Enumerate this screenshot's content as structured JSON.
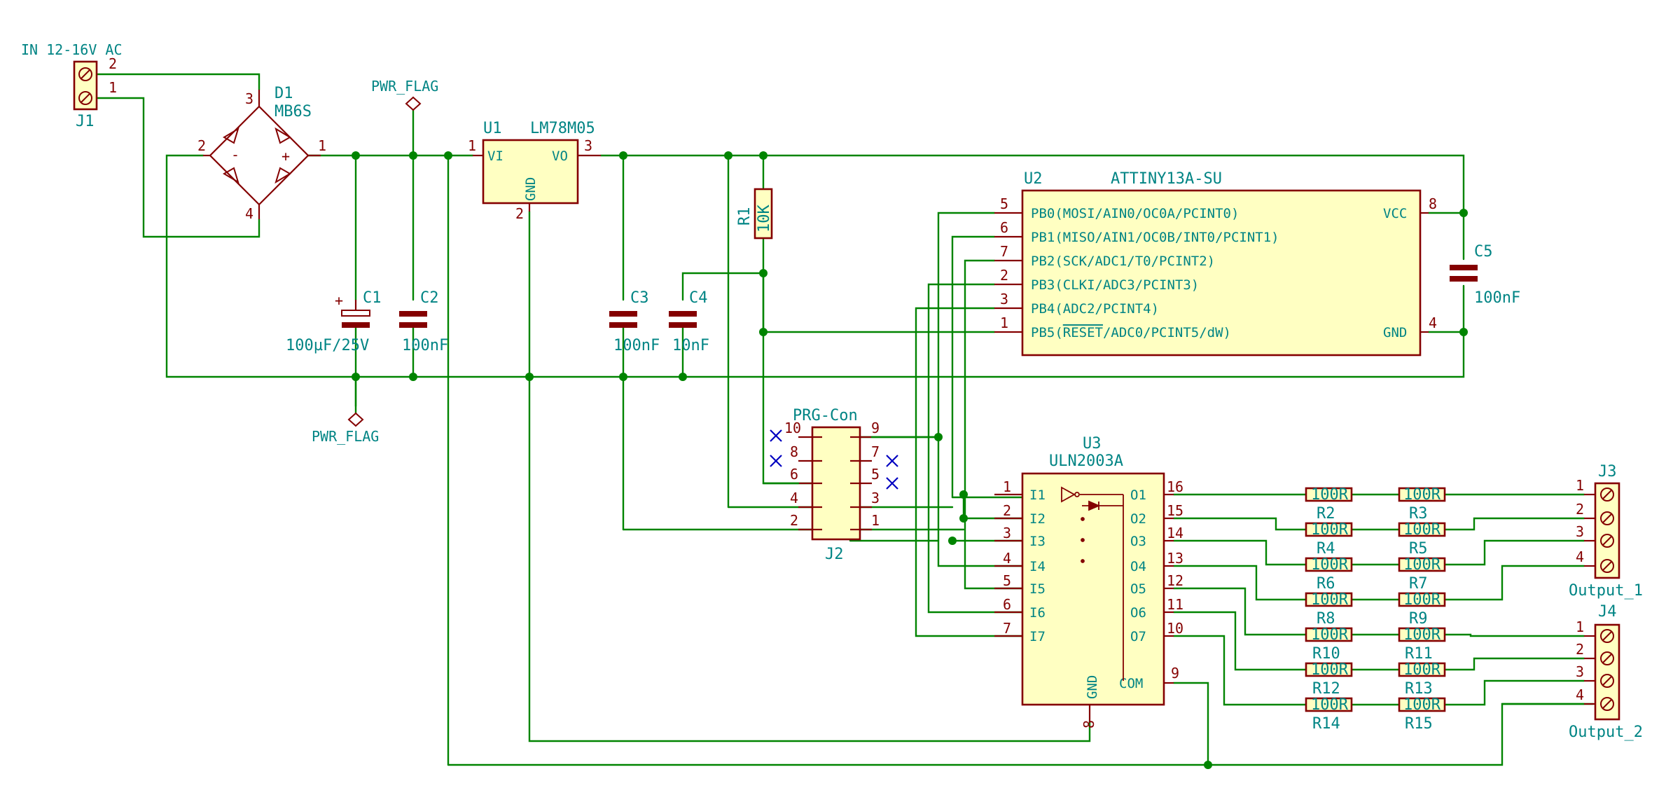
{
  "j1": {
    "ref": "J1",
    "label": "IN 12-16V AC",
    "p2": "2",
    "p1": "1"
  },
  "d1": {
    "ref": "D1",
    "value": "MB6S",
    "p1": "1",
    "p2": "2",
    "p3": "3",
    "p4": "4",
    "minus": "-",
    "plus": "+"
  },
  "pwr1": "PWR_FLAG",
  "pwr2": "PWR_FLAG",
  "u1": {
    "ref": "U1",
    "value": "LM78M05",
    "vi": "VI",
    "vo": "VO",
    "gnd": "GND",
    "p1": "1",
    "p2": "2",
    "p3": "3"
  },
  "r1": {
    "ref": "R1",
    "value": "10K"
  },
  "c1": {
    "ref": "C1",
    "value": "100µF/25V",
    "plus": "+"
  },
  "c2": {
    "ref": "C2",
    "value": "100nF"
  },
  "c3": {
    "ref": "C3",
    "value": "100nF"
  },
  "c4": {
    "ref": "C4",
    "value": "10nF"
  },
  "c5": {
    "ref": "C5",
    "value": "100nF"
  },
  "u2": {
    "ref": "U2",
    "value": "ATTINY13A-SU",
    "pins": [
      {
        "num": "5",
        "name": "PB0(MOSI/AIN0/OC0A/PCINT0)"
      },
      {
        "num": "6",
        "name": "PB1(MISO/AIN1/OC0B/INT0/PCINT1)"
      },
      {
        "num": "7",
        "name": "PB2(SCK/ADC1/T0/PCINT2)"
      },
      {
        "num": "2",
        "name": "PB3(CLKI/ADC3/PCINT3)"
      },
      {
        "num": "3",
        "name": "PB4(ADC2/PCINT4)"
      }
    ],
    "pin_reset": {
      "num": "1",
      "pre": "PB5(",
      "over": "RESET",
      "post": "/ADC0/PCINT5/dW)"
    },
    "vcc": "VCC",
    "vcc_num": "8",
    "gnd": "GND",
    "gnd_num": "4"
  },
  "j2": {
    "ref": "J2",
    "value": "PRG-Con",
    "left": [
      "10",
      "8",
      "6",
      "4",
      "2"
    ],
    "right": [
      "9",
      "7",
      "5",
      "3",
      "1"
    ]
  },
  "u3": {
    "ref": "U3",
    "value": "ULN2003A",
    "inputs": [
      {
        "num": "1",
        "name": "I1"
      },
      {
        "num": "2",
        "name": "I2"
      },
      {
        "num": "3",
        "name": "I3"
      },
      {
        "num": "4",
        "name": "I4"
      },
      {
        "num": "5",
        "name": "I5"
      },
      {
        "num": "6",
        "name": "I6"
      },
      {
        "num": "7",
        "name": "I7"
      }
    ],
    "outputs": [
      {
        "num": "16",
        "name": "O1"
      },
      {
        "num": "15",
        "name": "O2"
      },
      {
        "num": "14",
        "name": "O3"
      },
      {
        "num": "13",
        "name": "O4"
      },
      {
        "num": "12",
        "name": "O5"
      },
      {
        "num": "11",
        "name": "O6"
      },
      {
        "num": "10",
        "name": "O7"
      }
    ],
    "gnd": "GND",
    "gnd_num": "8",
    "com": "COM",
    "com_num": "9"
  },
  "resistors": [
    {
      "a": "R2",
      "b": "R3"
    },
    {
      "a": "R4",
      "b": "R5"
    },
    {
      "a": "R6",
      "b": "R7"
    },
    {
      "a": "R8",
      "b": "R9"
    },
    {
      "a": "R10",
      "b": "R11"
    },
    {
      "a": "R12",
      "b": "R13"
    },
    {
      "a": "R14",
      "b": "R15"
    }
  ],
  "res_value": "100R",
  "j3": {
    "ref": "J3",
    "value": "Output_1",
    "pins": [
      "1",
      "2",
      "3",
      "4"
    ]
  },
  "j4": {
    "ref": "J4",
    "value": "Output_2",
    "pins": [
      "1",
      "2",
      "3",
      "4"
    ]
  },
  "colors": {
    "wire": "#008400",
    "body_stroke": "#840000",
    "body_fill": "#ffffc2",
    "text": "#008484",
    "pin_text": "#840000",
    "no_connect": "#0000c0"
  }
}
